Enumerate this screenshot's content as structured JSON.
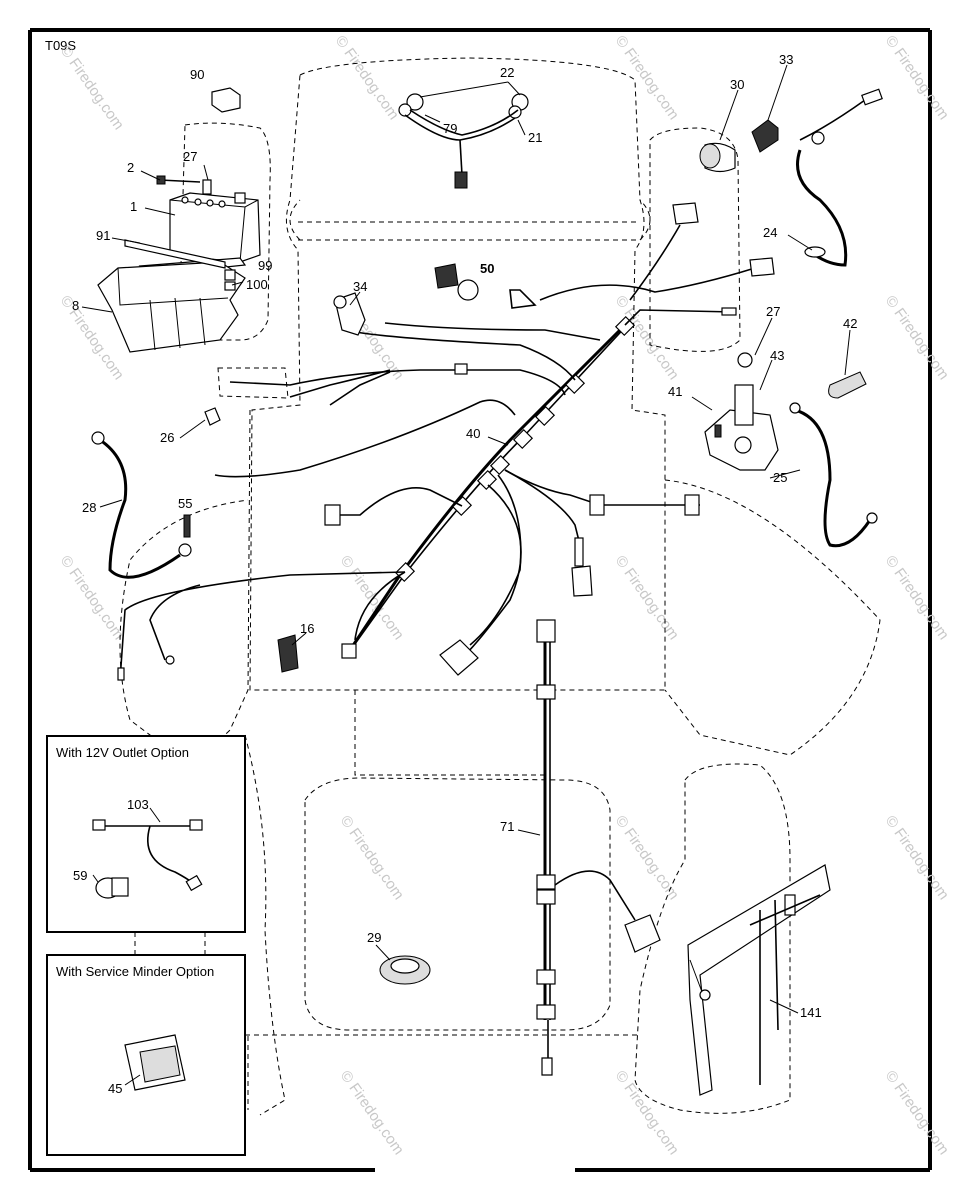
{
  "diagram_code": "T09S",
  "watermark_text": "© Firedog.com",
  "option_boxes": {
    "outlet_title": "With 12V Outlet Option",
    "service_title": "With Service Minder Option"
  },
  "callouts": {
    "p1": "1",
    "p2": "2",
    "p8": "8",
    "p16": "16",
    "p21": "21",
    "p22": "22",
    "p24": "24",
    "p25": "25",
    "p26": "26",
    "p27a": "27",
    "p27b": "27",
    "p28": "28",
    "p29": "29",
    "p30": "30",
    "p33": "33",
    "p34": "34",
    "p40": "40",
    "p41": "41",
    "p42": "42",
    "p43": "43",
    "p45": "45",
    "p50": "50",
    "p55": "55",
    "p59": "59",
    "p71": "71",
    "p79": "79",
    "p90": "90",
    "p91": "91",
    "p99": "99",
    "p100": "100",
    "p103": "103",
    "p141": "141"
  }
}
